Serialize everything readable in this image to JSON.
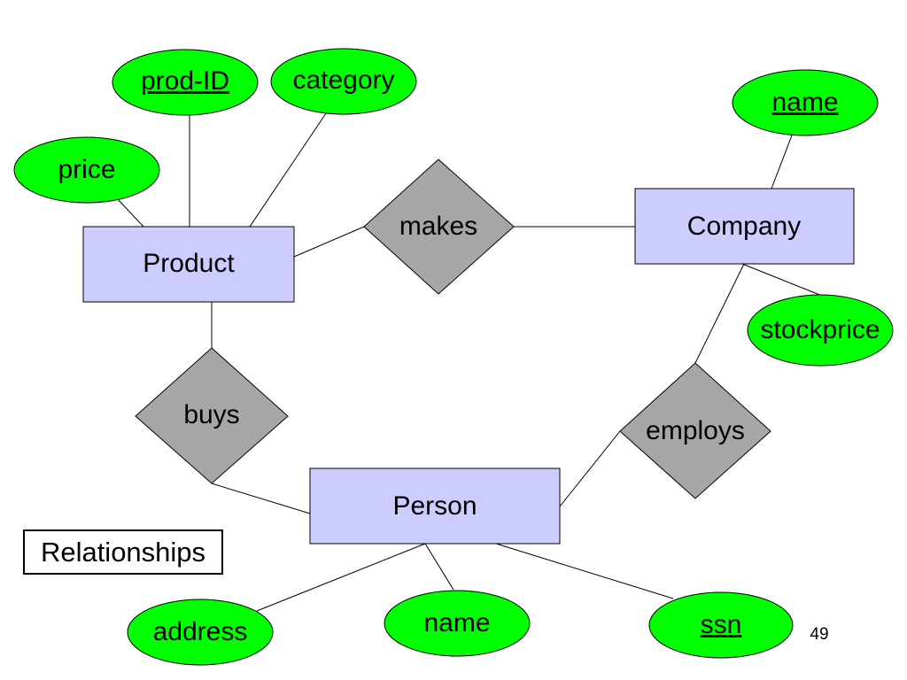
{
  "entities": {
    "product": "Product",
    "company": "Company",
    "person": "Person"
  },
  "relationships": {
    "makes": "makes",
    "buys": "buys",
    "employs": "employs"
  },
  "attributes": {
    "prod_id": "prod-ID",
    "category": "category",
    "price": "price",
    "company_name": "name",
    "stockprice": "stockprice",
    "address": "address",
    "person_name": "name",
    "ssn": "ssn"
  },
  "key_attributes": [
    "prod-ID",
    "name",
    "ssn"
  ],
  "slide_label": "Relationships",
  "page_number": "49",
  "colors": {
    "entity_fill": "#ccccff",
    "relationship_fill": "#a6a6a6",
    "attribute_fill": "#00ff00"
  }
}
